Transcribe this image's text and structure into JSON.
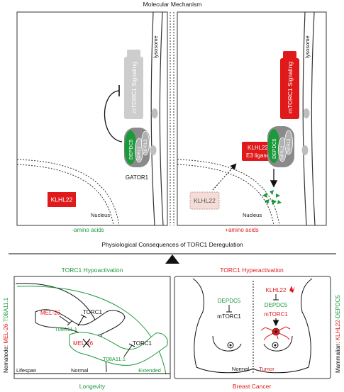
{
  "header": {
    "top_title": "Molecular Mechanism",
    "mid_title": "Physiological Consequences of TORC1 Deregulation"
  },
  "left_panel": {
    "lysosome": "lysosome",
    "mtorc1": "mTORC1 Signaling",
    "depdc5": "DEPDC5",
    "nprl2": "NPRL2",
    "nprl3": "NPRL3",
    "gator1": "GATOR1",
    "klhl22": "KLHL22",
    "nucleus": "Nucleus",
    "condition": "-amino acids"
  },
  "right_panel": {
    "lysosome": "lysosome",
    "mtorc1": "mTORC1 Signaling",
    "klhl22_e3_line1": "KLHL22",
    "klhl22_e3_line2": "E3 ligase",
    "depdc5": "DEPDC5",
    "nprl2": "NPRL2",
    "nprl3": "NPRL3",
    "klhl22": "KLHL22",
    "nucleus": "Nucleus",
    "condition": "+amino acids"
  },
  "nematode": {
    "title": "TORC1 Hypoactivation",
    "side_label_prefix": "Nematode: ",
    "side_label_red": "MEL-26",
    "side_label_green": "-T08A11.1",
    "mel26_a": "MEL-26",
    "t08_a": "T08A11.1",
    "torc1_a": "TORC1",
    "mel26_b": "MEL-26",
    "t08_b": "T08A11.1",
    "torc1_b": "TORC1",
    "axis_lifespan": "Lifespan",
    "axis_normal": "Normal",
    "axis_extended": "Extended",
    "bottom": "Longevity"
  },
  "mammalian": {
    "title": "TORC1 Hyperactivation",
    "side_label_prefix": "Mammalian: ",
    "side_label_red": "KLHL22",
    "side_label_green": "-DEPDC5",
    "normal_depdc5": "DEPDC5",
    "normal_mtorc1": "mTORC1",
    "tumor_klhl22": "KLHL22",
    "tumor_depdc5": "DEPDC5",
    "tumor_mtorc1": "mTORC1",
    "normal_label": "Normal",
    "tumor_label": "Tumor",
    "bottom": "Breast Cancer"
  },
  "colors": {
    "red": "#e0191b",
    "green": "#1a9a3a",
    "gray": "#c8c8c8",
    "dark_gray": "#6e6e6e"
  }
}
